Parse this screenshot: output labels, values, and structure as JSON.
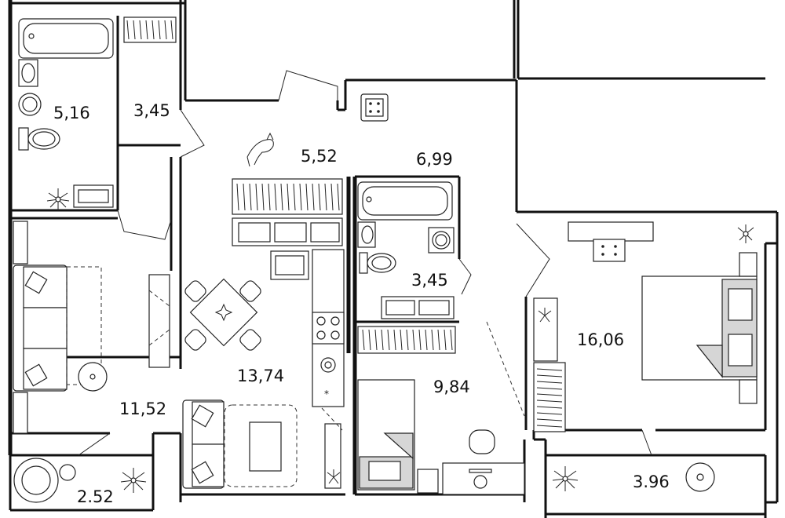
{
  "rooms": [
    {
      "id": "bathroom-1",
      "area": "5,16"
    },
    {
      "id": "closet-1",
      "area": "3,45"
    },
    {
      "id": "hallway",
      "area": "5,52"
    },
    {
      "id": "corridor",
      "area": "6,99"
    },
    {
      "id": "bathroom-2",
      "area": "3,45"
    },
    {
      "id": "kitchen-living",
      "area": "13,74"
    },
    {
      "id": "bedroom-1",
      "area": "11,52"
    },
    {
      "id": "bedroom-2",
      "area": "9,84"
    },
    {
      "id": "bedroom-3",
      "area": "16,06"
    },
    {
      "id": "balcony-1",
      "area": "2.52"
    },
    {
      "id": "balcony-2",
      "area": "3.96"
    }
  ]
}
